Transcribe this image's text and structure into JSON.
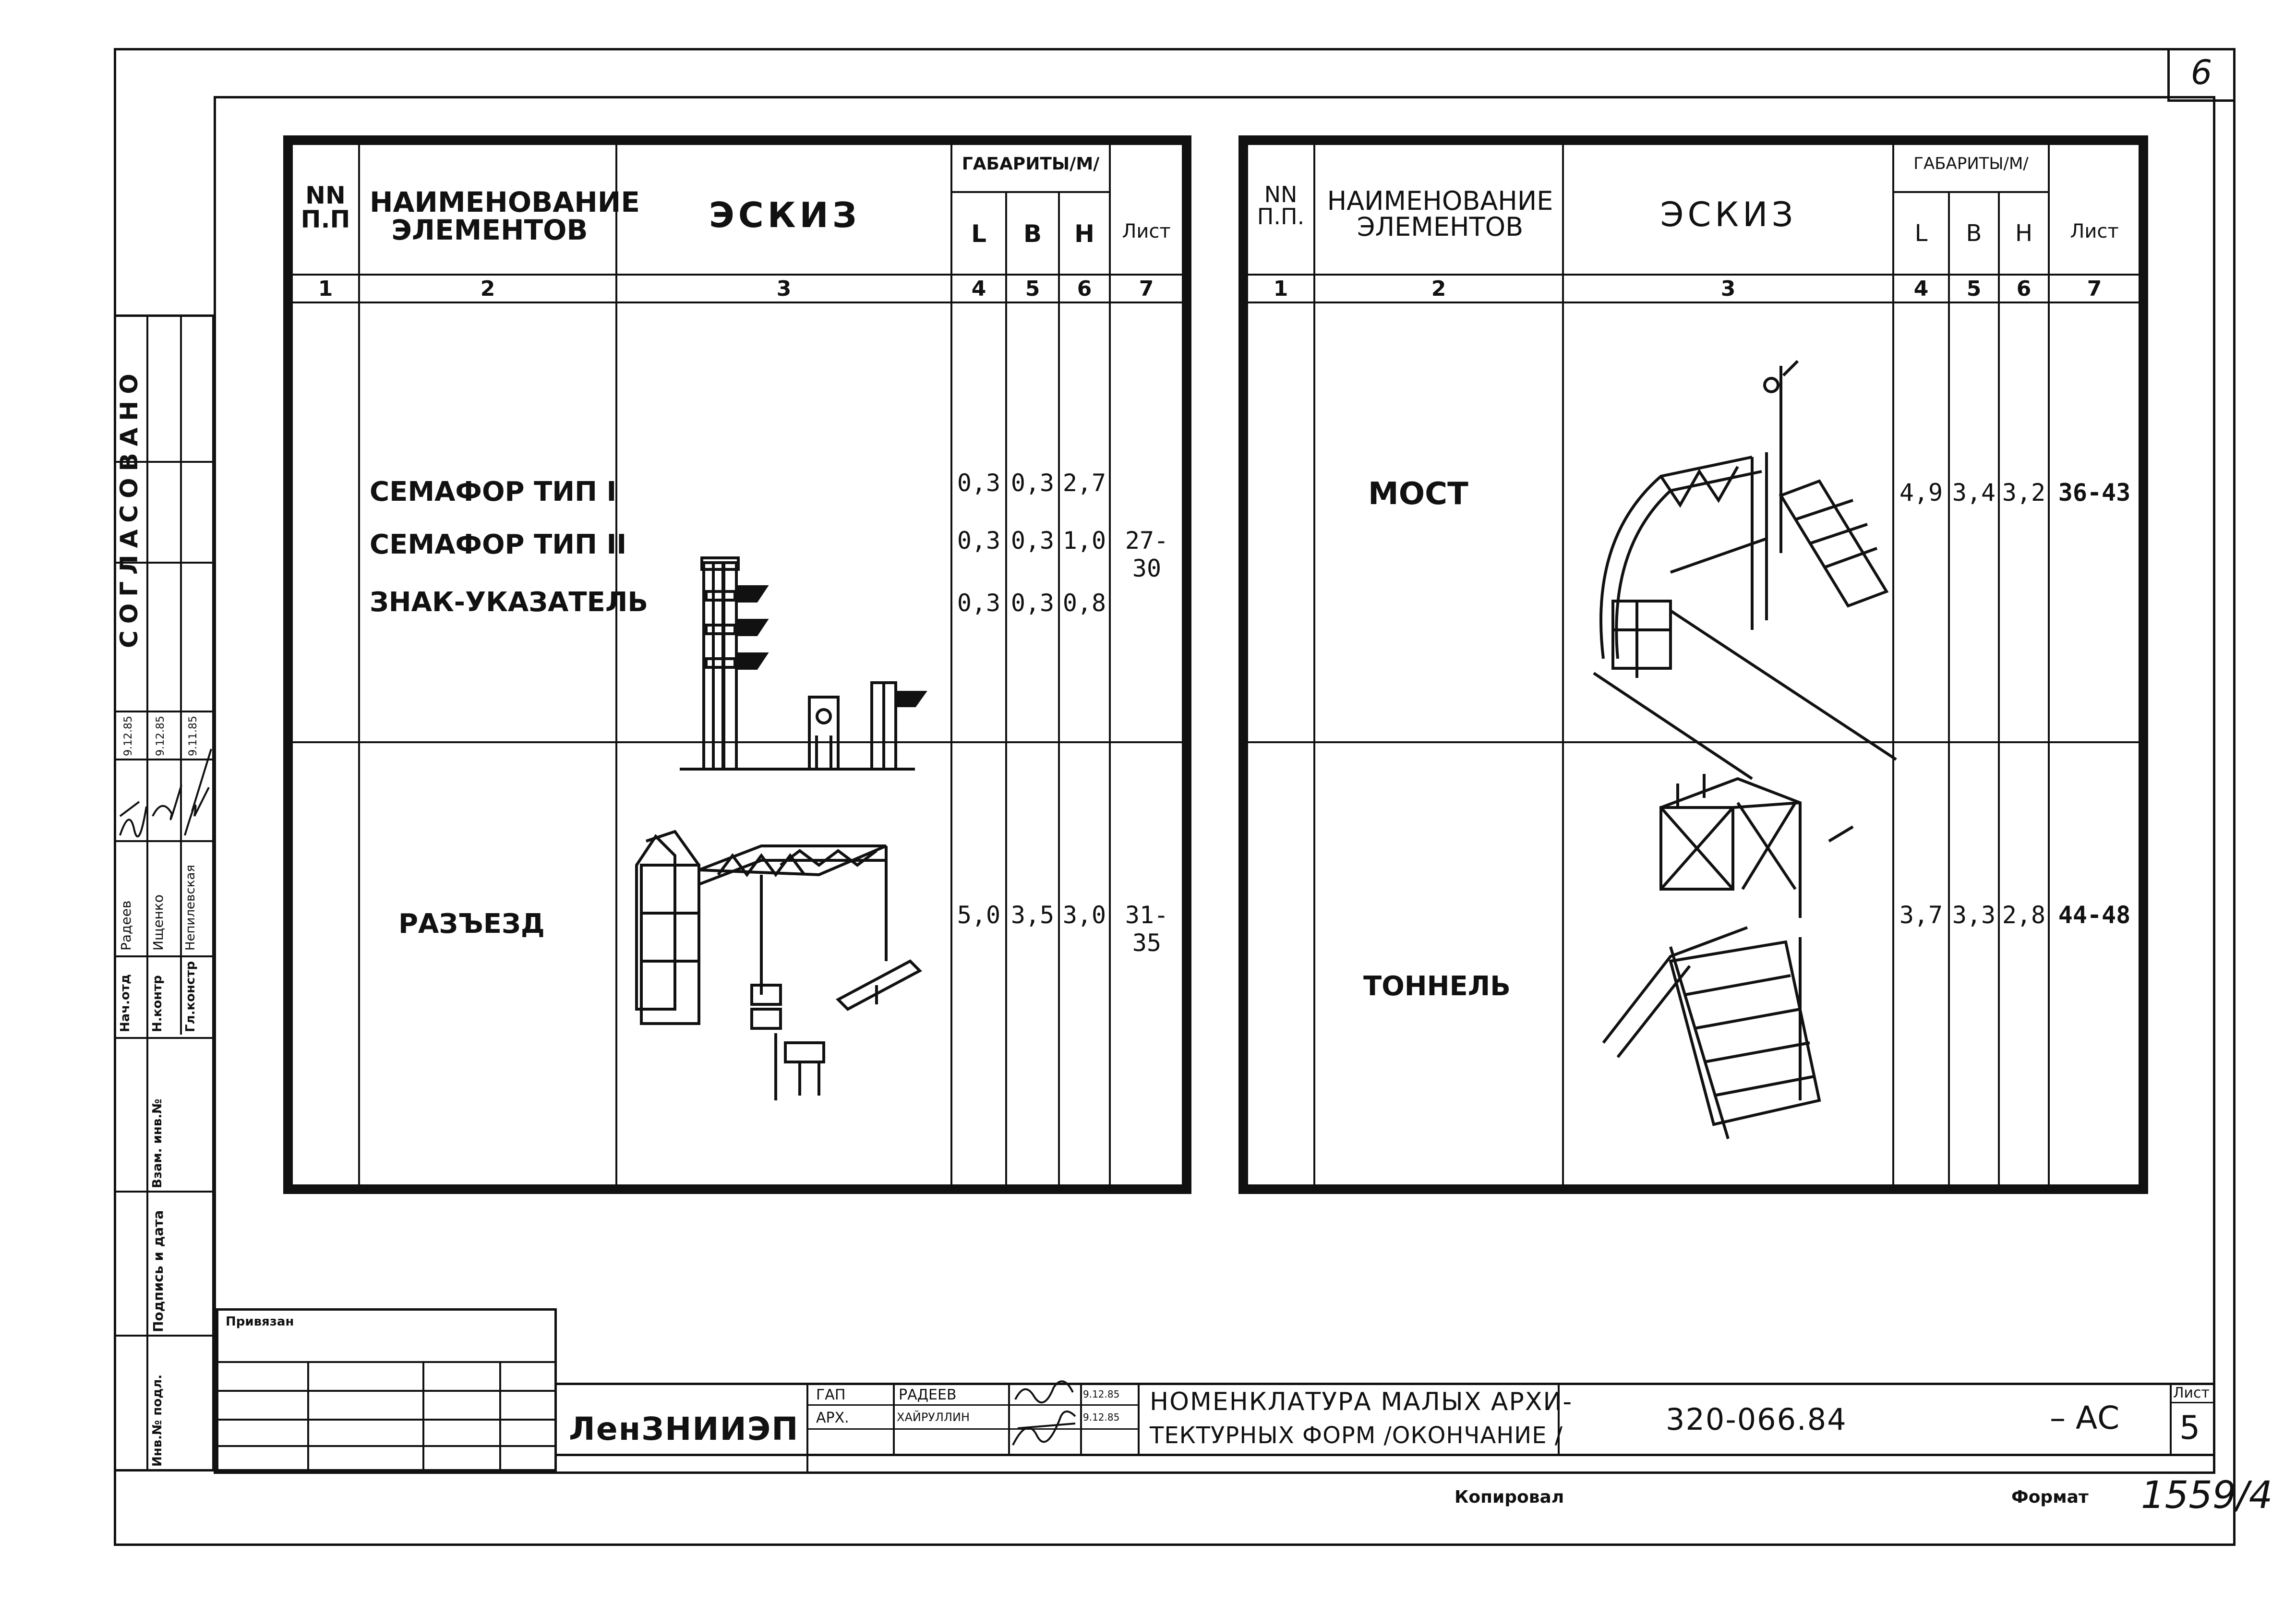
{
  "sheet_corner_number": "6",
  "left_stamp": {
    "agreed": "СОГЛАСОВАНО",
    "roles": [
      "Нач.отд",
      "Н.контр",
      "Гл.констр"
    ],
    "names": [
      "Радеев",
      "Ищенко",
      "Непилевская"
    ],
    "dates": [
      "9.12.85",
      "9.12.85",
      "9.11.85"
    ],
    "field_labels": [
      "Взам. инв.№",
      "Подпись и дата",
      "Инв.№ подл."
    ]
  },
  "table_left": {
    "headers": {
      "nn": "NN П.П",
      "name": "НАИМЕНОВАНИЕ ЭЛЕМЕНТОВ",
      "sketch": "ЭСКИЗ",
      "dims": "ГАБАРИТЫ/М/",
      "l": "L",
      "b": "В",
      "h": "Н",
      "sheet": "Лист"
    },
    "col_numbers": [
      "1",
      "2",
      "3",
      "4",
      "5",
      "6",
      "7"
    ],
    "rows": [
      {
        "names": [
          "СЕМАФОР ТИП I",
          "СЕМАФОР ТИП II",
          "ЗНАК-УКАЗАТЕЛЬ"
        ],
        "L": [
          "0,3",
          "0,3",
          "0,3"
        ],
        "B": [
          "0,3",
          "0,3",
          "0,3"
        ],
        "H": [
          "2,7",
          "1,0",
          "0,8"
        ],
        "sheet": "27-30"
      },
      {
        "names": [
          "РАЗЪЕЗД"
        ],
        "L": [
          "5,0"
        ],
        "B": [
          "3,5"
        ],
        "H": [
          "3,0"
        ],
        "sheet": "31-35"
      }
    ]
  },
  "table_right": {
    "headers": {
      "nn": "NN П.П.",
      "name": "НАИМЕНОВАНИЕ ЭЛЕМЕНТОВ",
      "sketch": "ЭСКИЗ",
      "dims": "ГАБАРИТЫ/М/",
      "l": "L",
      "b": "В",
      "h": "Н",
      "sheet": "Лист"
    },
    "col_numbers": [
      "1",
      "2",
      "3",
      "4",
      "5",
      "6",
      "7"
    ],
    "rows": [
      {
        "name": "МОСТ",
        "L": "4,9",
        "B": "3,4",
        "H": "3,2",
        "sheet": "36-43"
      },
      {
        "name": "ТОННЕЛЬ",
        "L": "3,7",
        "B": "3,3",
        "H": "2,8",
        "sheet": "44-48"
      }
    ]
  },
  "title_block": {
    "bound": "Привязан",
    "org": "ЛенЗНИИЭП",
    "roles": [
      "ГАП",
      "АРХ."
    ],
    "names": [
      "РАДЕЕВ",
      "ХАЙРУЛЛИН"
    ],
    "dates": [
      "9.12.85",
      "9.12.85"
    ],
    "title_line1": "НОМЕНКЛАТУРА МАЛЫХ АРХИ-",
    "title_line2": "ТЕКТУРНЫХ ФОРМ /ОКОНЧАНИЕ /",
    "code": "320-066.84",
    "suffix": "– АС",
    "sheet_label": "Лист",
    "sheet_no": "5"
  },
  "footer": {
    "copied": "Копировал",
    "format": "Формат",
    "doc_number": "1559/4"
  }
}
